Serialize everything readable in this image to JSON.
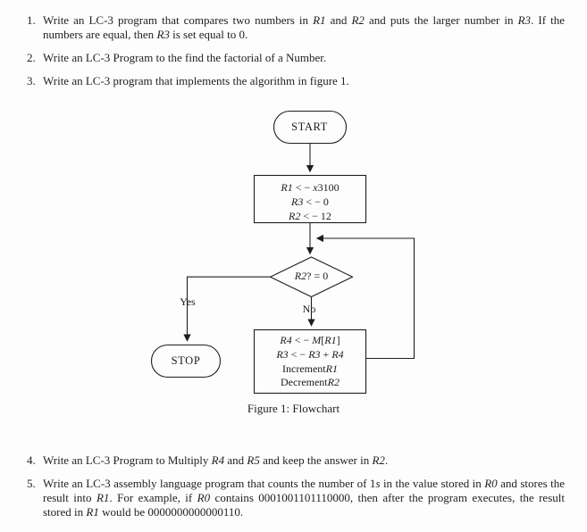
{
  "colors": {
    "background": "#fdfdfd",
    "ink": "#1f1f1f",
    "line": "#1e1e1e"
  },
  "problems_top": [
    {
      "number": "1.",
      "text": "Write an LC-3 program that compares two numbers in *R1* and *R2* and puts the larger number in *R3*. If the numbers are equal, then *R3* is set equal to 0."
    },
    {
      "number": "2.",
      "text": "Write an LC-3 Program to the find the factorial of a Number."
    },
    {
      "number": "3.",
      "text": "Write an LC-3 program that implements the algorithm in figure 1."
    }
  ],
  "flowchart": {
    "start_label": "START",
    "init_box_lines": [
      "*R1* < − *x*3100",
      "*R3* < − 0",
      "*R2* < − 12"
    ],
    "decision_label": "*R2*? = 0",
    "yes_label": "Yes",
    "no_label": "No",
    "process_box_lines": [
      "*R4* < − *M*[*R1*]",
      "*R3* < − *R3* + *R4*",
      "Increment*R1*",
      "Decrement*R2*"
    ],
    "stop_label": "STOP",
    "caption": "Figure 1: Flowchart"
  },
  "problems_bottom": [
    {
      "number": "4.",
      "text": "Write an LC-3 Program to Multiply *R4* and *R5* and keep the answer in *R2*."
    },
    {
      "number": "5.",
      "text": "Write an LC-3 assembly language program that counts the number of 1*s* in the value stored in *R0* and stores the result into *R1*. For example, if *R0* contains 0001001101110000, then after the program executes, the result stored in *R1* would be 0000000000000110."
    }
  ]
}
